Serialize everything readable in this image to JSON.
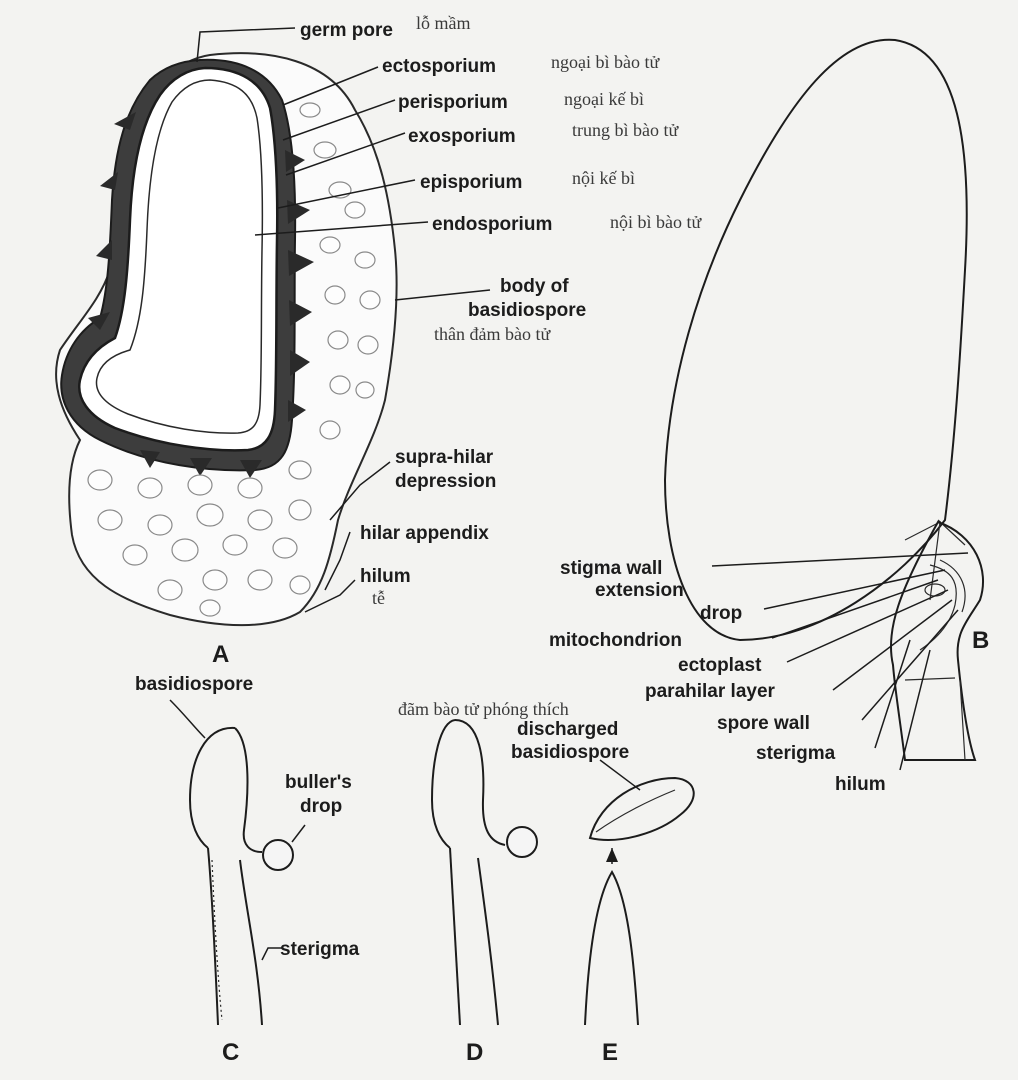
{
  "panel_a": {
    "letter": "A",
    "labels": {
      "germ_pore": "germ pore",
      "germ_pore_vn": "lỗ mầm",
      "ectosporium": "ectosporium",
      "ectosporium_vn": "ngoại bì bào tử",
      "perisporium": "perisporium",
      "perisporium_vn": "ngoại kế bì",
      "exosporium": "exosporium",
      "exosporium_vn": "trung bì bào tử",
      "episporium": "episporium",
      "episporium_vn": "nội kế bì",
      "endosporium": "endosporium",
      "endosporium_vn": "nội bì bào tử",
      "body_line1": "body of",
      "body_line2": "basidiospore",
      "body_vn": "thân đảm bào tử",
      "supra_line1": "supra-hilar",
      "supra_line2": "depression",
      "hilar_appendix": "hilar appendix",
      "hilum": "hilum",
      "hilum_vn": "tễ"
    }
  },
  "panel_b": {
    "letter": "B",
    "labels": {
      "stigma_line1": "stigma wall",
      "stigma_line2": "extension",
      "drop": "drop",
      "mitochondrion": "mitochondrion",
      "ectoplast": "ectoplast",
      "parahilar_layer": "parahilar layer",
      "spore_wall": "spore wall",
      "sterigma": "sterigma",
      "hilum": "hilum"
    }
  },
  "panel_c": {
    "letter": "C",
    "labels": {
      "basidiospore": "basidiospore",
      "bullers_line1": "buller's",
      "bullers_line2": "drop",
      "sterigma": "sterigma"
    }
  },
  "panel_d": {
    "letter": "D"
  },
  "panel_e": {
    "letter": "E",
    "labels": {
      "discharged_vn": "đãm bào tử phóng thích",
      "discharged_line1": "discharged",
      "discharged_line2": "basidiospore"
    }
  }
}
